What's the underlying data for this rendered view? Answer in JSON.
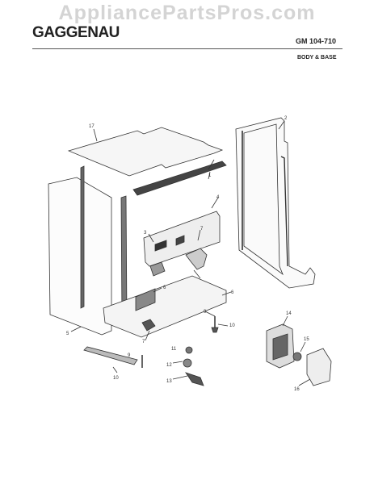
{
  "watermark": "AppliancePartsPros.com",
  "brand": "GAGGENAU",
  "model": "GM 104-710",
  "section": "BODY & BASE",
  "callouts": {
    "c1": "1",
    "c2": "2",
    "c3": "3",
    "c4": "4",
    "c5": "5",
    "c6a": "6",
    "c6b": "6",
    "c7a": "7",
    "c7b": "7",
    "c9a": "9",
    "c9b": "9",
    "c10a": "10",
    "c10b": "10",
    "c11": "11",
    "c12": "12",
    "c13": "13",
    "c14": "14",
    "c15": "15",
    "c16": "16",
    "c17": "17"
  }
}
